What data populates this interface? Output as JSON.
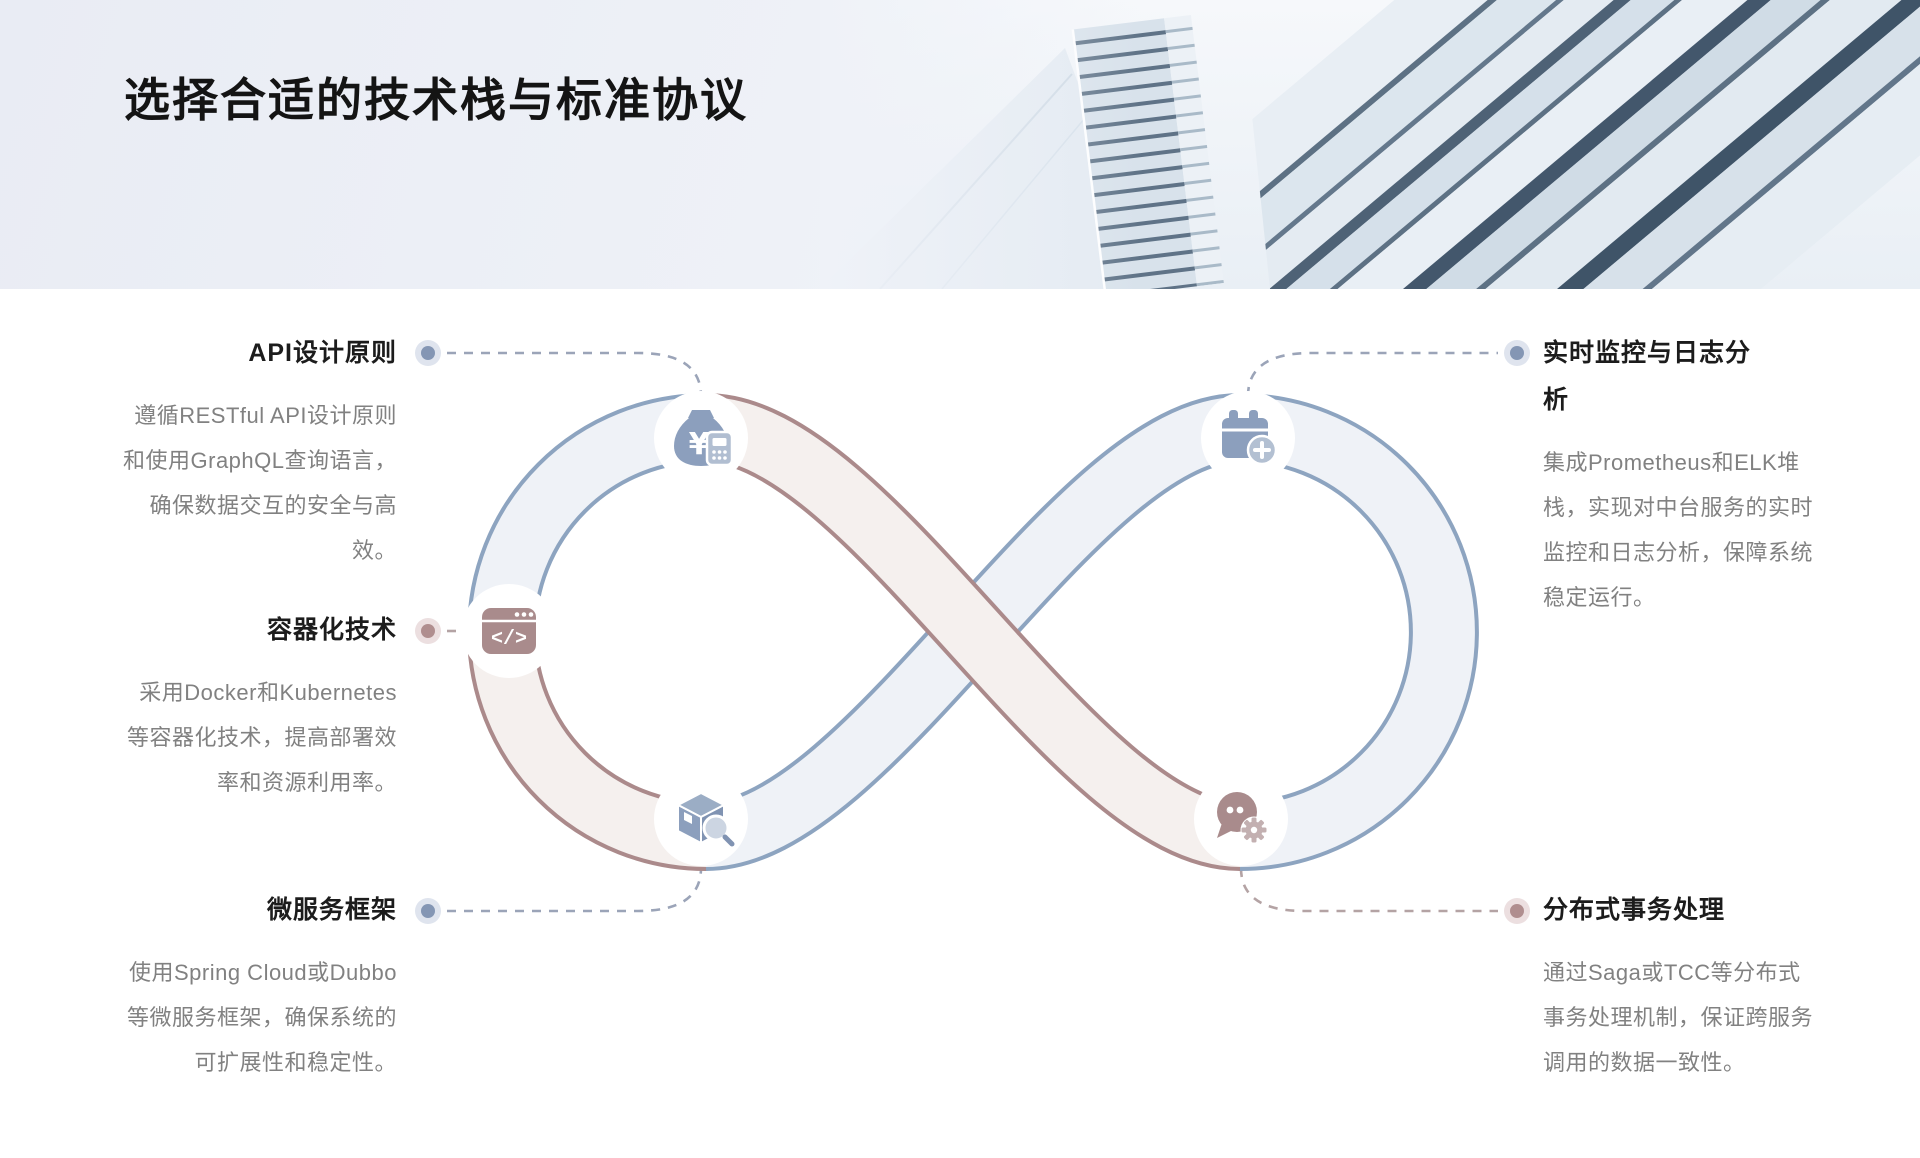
{
  "slide": {
    "title": "选择合适的技术栈与标准协议"
  },
  "items": {
    "left": [
      {
        "title": "API设计原则",
        "desc": "遵循RESTful API设计原则和使用GraphQL查询语言，确保数据交互的安全与高效。",
        "accent": "blue",
        "icon": "money-bag-calculator-icon"
      },
      {
        "title": "容器化技术",
        "desc": "采用Docker和Kubernetes等容器化技术，提高部署效率和资源利用率。",
        "accent": "rose",
        "icon": "browser-code-icon"
      },
      {
        "title": "微服务框架",
        "desc": "使用Spring Cloud或Dubbo等微服务框架，确保系统的可扩展性和稳定性。",
        "accent": "blue",
        "icon": "package-search-icon"
      }
    ],
    "right": [
      {
        "title": "实时监控与日志分析",
        "desc": "集成Prometheus和ELK堆栈，实现对中台服务的实时监控和日志分析，保障系统稳定运行。",
        "accent": "blue",
        "icon": "calendar-plus-icon"
      },
      {
        "title": "分布式事务处理",
        "desc": "通过Saga或TCC等分布式事务处理机制，保证跨服务调用的数据一致性。",
        "accent": "rose",
        "icon": "chat-gear-icon"
      }
    ]
  },
  "diagram": {
    "shape": "infinity-loop",
    "icon_nodes": [
      "money-bag-calculator-icon",
      "browser-code-icon",
      "package-search-icon",
      "calendar-plus-icon",
      "chat-gear-icon"
    ]
  },
  "colors": {
    "band_blue_stroke": "#8da4c0",
    "band_blue_fill": "#eff2f7",
    "band_rose_stroke": "#ab8a8b",
    "band_rose_fill": "#f5f0ee",
    "icon_blue": "#8c9fbd",
    "icon_rose": "#a98b8c",
    "dot_blue": "#8496b4",
    "dot_rose": "#b08e8f",
    "body_text": "#818181",
    "heading_text": "#141414"
  }
}
